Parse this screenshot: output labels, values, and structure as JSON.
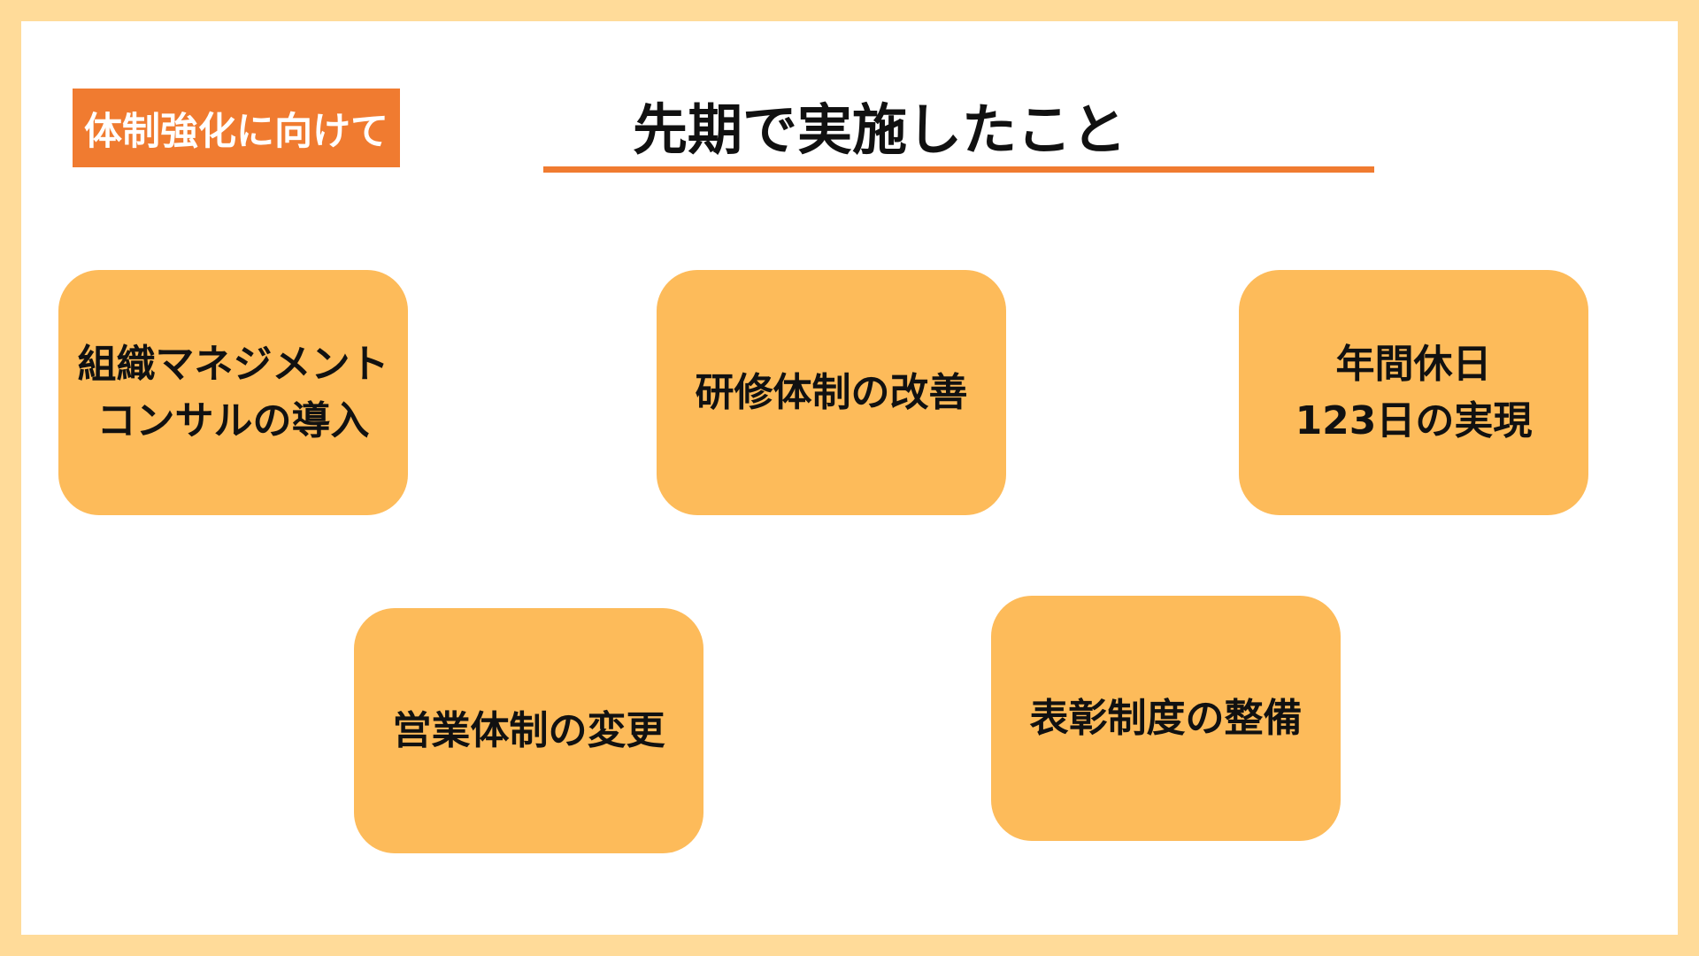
{
  "tag_label": "体制強化に向けて",
  "title": "先期で実施したこと",
  "colors": {
    "frame": "#FFDB99",
    "accent": "#F07B30",
    "card": "#FDBB5A"
  },
  "cards": [
    {
      "text": "組織マネジメント\nコンサルの導入"
    },
    {
      "text": "研修体制の改善"
    },
    {
      "text": "年間休日\n123日の実現"
    },
    {
      "text": "営業体制の変更"
    },
    {
      "text": "表彰制度の整備"
    }
  ]
}
